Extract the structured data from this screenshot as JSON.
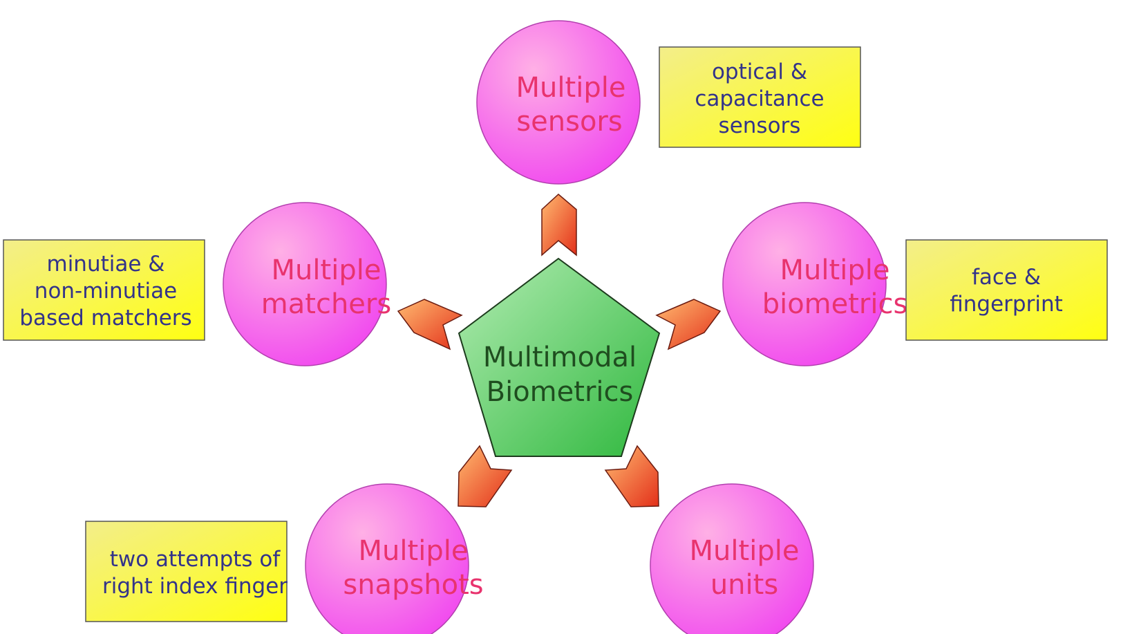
{
  "center": {
    "lines": [
      "Multimodal",
      "Biometrics"
    ]
  },
  "nodes": [
    {
      "id": "sensors",
      "label_lines": [
        "Multiple",
        "sensors"
      ],
      "note_lines": [
        "optical &",
        "capacitance",
        "sensors"
      ]
    },
    {
      "id": "matchers",
      "label_lines": [
        "Multiple",
        "matchers"
      ],
      "note_lines": [
        "minutiae &",
        "non-minutiae",
        "based matchers"
      ]
    },
    {
      "id": "biometrics",
      "label_lines": [
        "Multiple",
        "biometrics"
      ],
      "note_lines": [
        "face &",
        "fingerprint"
      ]
    },
    {
      "id": "snapshots",
      "label_lines": [
        "Multiple",
        "snapshots"
      ],
      "note_lines": [
        "two attempts of",
        "right index finger"
      ]
    },
    {
      "id": "units",
      "label_lines": [
        "Multiple",
        "units"
      ],
      "note_lines": []
    }
  ],
  "colors": {
    "circle_fill_light": "#ff9fe0",
    "circle_fill_dark": "#f24ef2",
    "circle_text": "#e8336e",
    "note_fill_light": "#f5ef7a",
    "note_fill_dark": "#ffff1a",
    "note_text": "#33338a",
    "pentagon_light": "#a9e8a9",
    "pentagon_dark": "#3bbf46",
    "pentagon_text": "#1f4d1f",
    "arrow_light": "#ffb36b",
    "arrow_dark": "#ea3b1e"
  }
}
